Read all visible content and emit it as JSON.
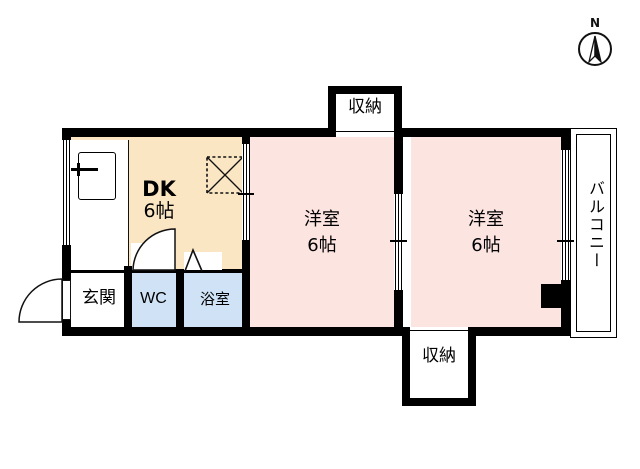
{
  "plan": {
    "type": "floor-plan",
    "compass": {
      "label": "N",
      "name": "north-arrow"
    },
    "rooms": [
      {
        "id": "closet_top",
        "name": "収納",
        "size": "",
        "color": "#ffffff"
      },
      {
        "id": "closet_bottom",
        "name": "収納",
        "size": "",
        "color": "#ffffff"
      },
      {
        "id": "dk",
        "name": "DK",
        "size": "6帖",
        "color": "#fbe6c4"
      },
      {
        "id": "genkan",
        "name": "玄関",
        "size": "",
        "color": "#ffffff"
      },
      {
        "id": "wc",
        "name": "WC",
        "size": "",
        "color": "#cfe2f6"
      },
      {
        "id": "bath",
        "name": "浴室",
        "size": "",
        "color": "#cfe2f6"
      },
      {
        "id": "room_left",
        "name": "洋室",
        "size": "6帖",
        "color": "#fce4e1"
      },
      {
        "id": "room_right",
        "name": "洋室",
        "size": "6帖",
        "color": "#fce4e1"
      },
      {
        "id": "balcony",
        "name": "バルコニー",
        "size": "",
        "color": "#ffffff"
      }
    ],
    "colors": {
      "wall": "#000000",
      "dk_fill": "#fbe6c4",
      "room_fill": "#fce4e1",
      "wet_fill": "#cfe2f6",
      "background": "#ffffff"
    },
    "fixtures": [
      {
        "id": "kitchen_sink",
        "name": "kitchen-sink"
      },
      {
        "id": "entry_door",
        "name": "entrance-door"
      },
      {
        "id": "dk_door",
        "name": "dk-door"
      },
      {
        "id": "loft_mark",
        "name": "loft-marker"
      },
      {
        "id": "pillar",
        "name": "pillar"
      }
    ]
  }
}
